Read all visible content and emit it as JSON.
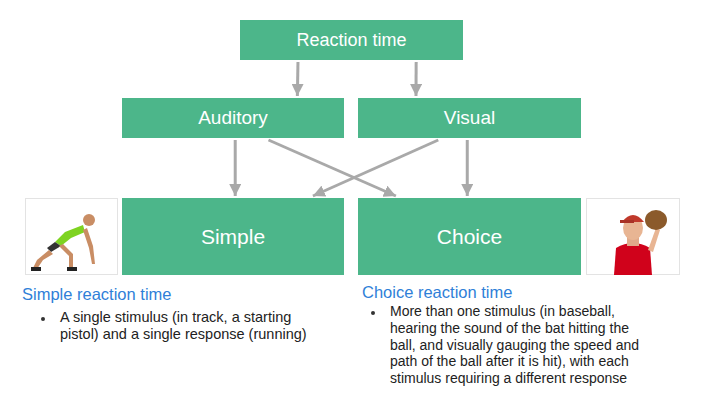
{
  "diagram": {
    "nodes": [
      {
        "text": [
          "Reaction time"
        ]
      },
      {
        "text": [
          "Auditory"
        ]
      },
      {
        "text": [
          "Visual"
        ]
      },
      {
        "text": [
          "Simple"
        ]
      },
      {
        "text": [
          "Choice"
        ]
      }
    ],
    "edges": [
      {
        "from": 0,
        "to": 1,
        "arrow": "to"
      },
      {
        "from": 0,
        "to": 2,
        "arrow": "to"
      },
      {
        "from": 1,
        "to": 3,
        "arrow": "to"
      },
      {
        "from": 1,
        "to": 4,
        "arrow": "to"
      },
      {
        "from": 2,
        "to": 3,
        "arrow": "to"
      },
      {
        "from": 2,
        "to": 4,
        "arrow": "to"
      }
    ],
    "labels": [
      "Simple reaction time",
      "A single stimulus (in track, a starting pistol) and a single response (running)",
      "Choice reaction time",
      "More than one stimulus (in baseball, hearing the sound of the bat hitting the ball, and visually gauging the speed and path of the ball after it is hit), with each stimulus requiring a different response"
    ]
  }
}
